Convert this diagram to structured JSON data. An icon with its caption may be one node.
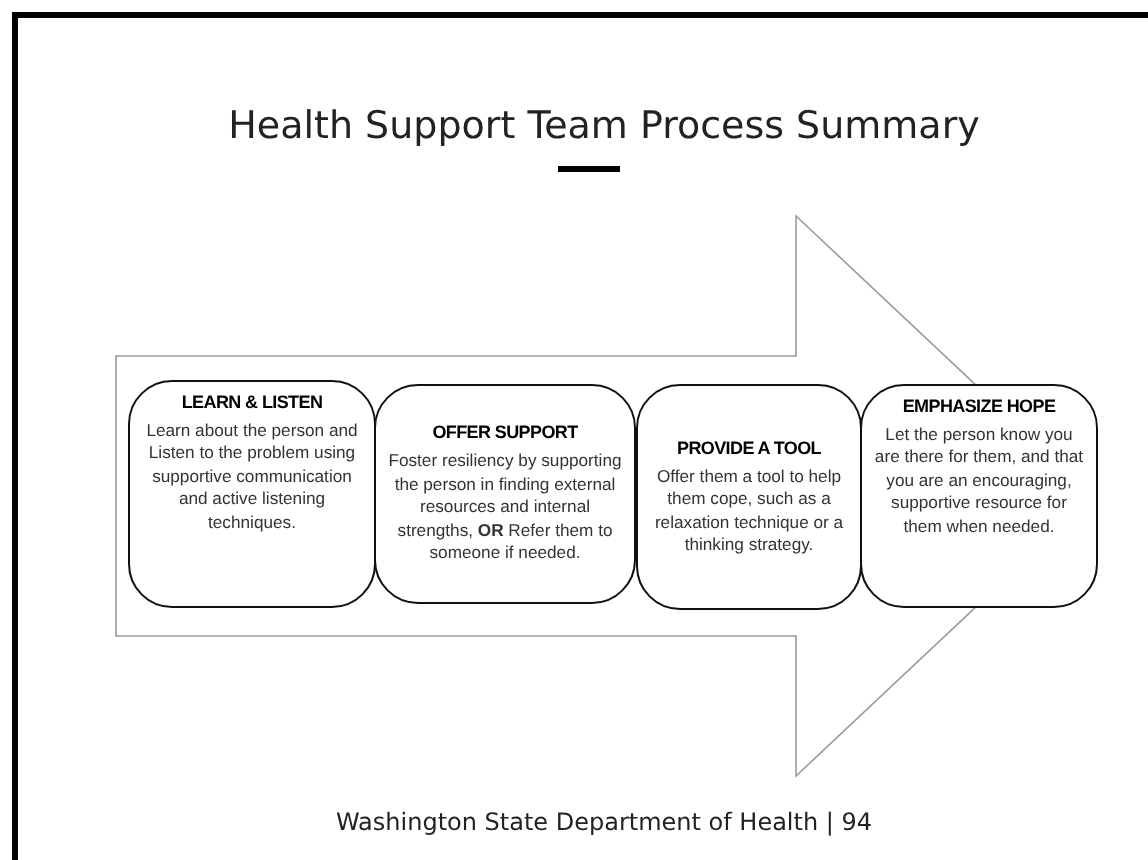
{
  "diagram": {
    "title": "Health Support Team Process Summary",
    "nodes": [
      {
        "text": [
          "LEARN & LISTEN",
          "Learn about the person and Listen to the problem using supportive communication and active listening techniques."
        ]
      },
      {
        "text": [
          "OFFER SUPPORT",
          "Foster resiliency by supporting  the person in finding external resources and internal strengths, **OR** Refer them to someone if needed."
        ]
      },
      {
        "text": [
          "PROVIDE A TOOL",
          "Offer them a tool to help them cope, such as a relaxation technique or a thinking strategy."
        ]
      },
      {
        "text": [
          "EMPHASIZE HOPE",
          "Let the person know you are there for them, and that you are an encouraging, supportive resource for them when needed."
        ]
      }
    ],
    "edges": [
      {
        "from": 0,
        "to": 3,
        "arrow": "to"
      }
    ],
    "labels": [
      "Washington State Department of Health | 94"
    ]
  }
}
